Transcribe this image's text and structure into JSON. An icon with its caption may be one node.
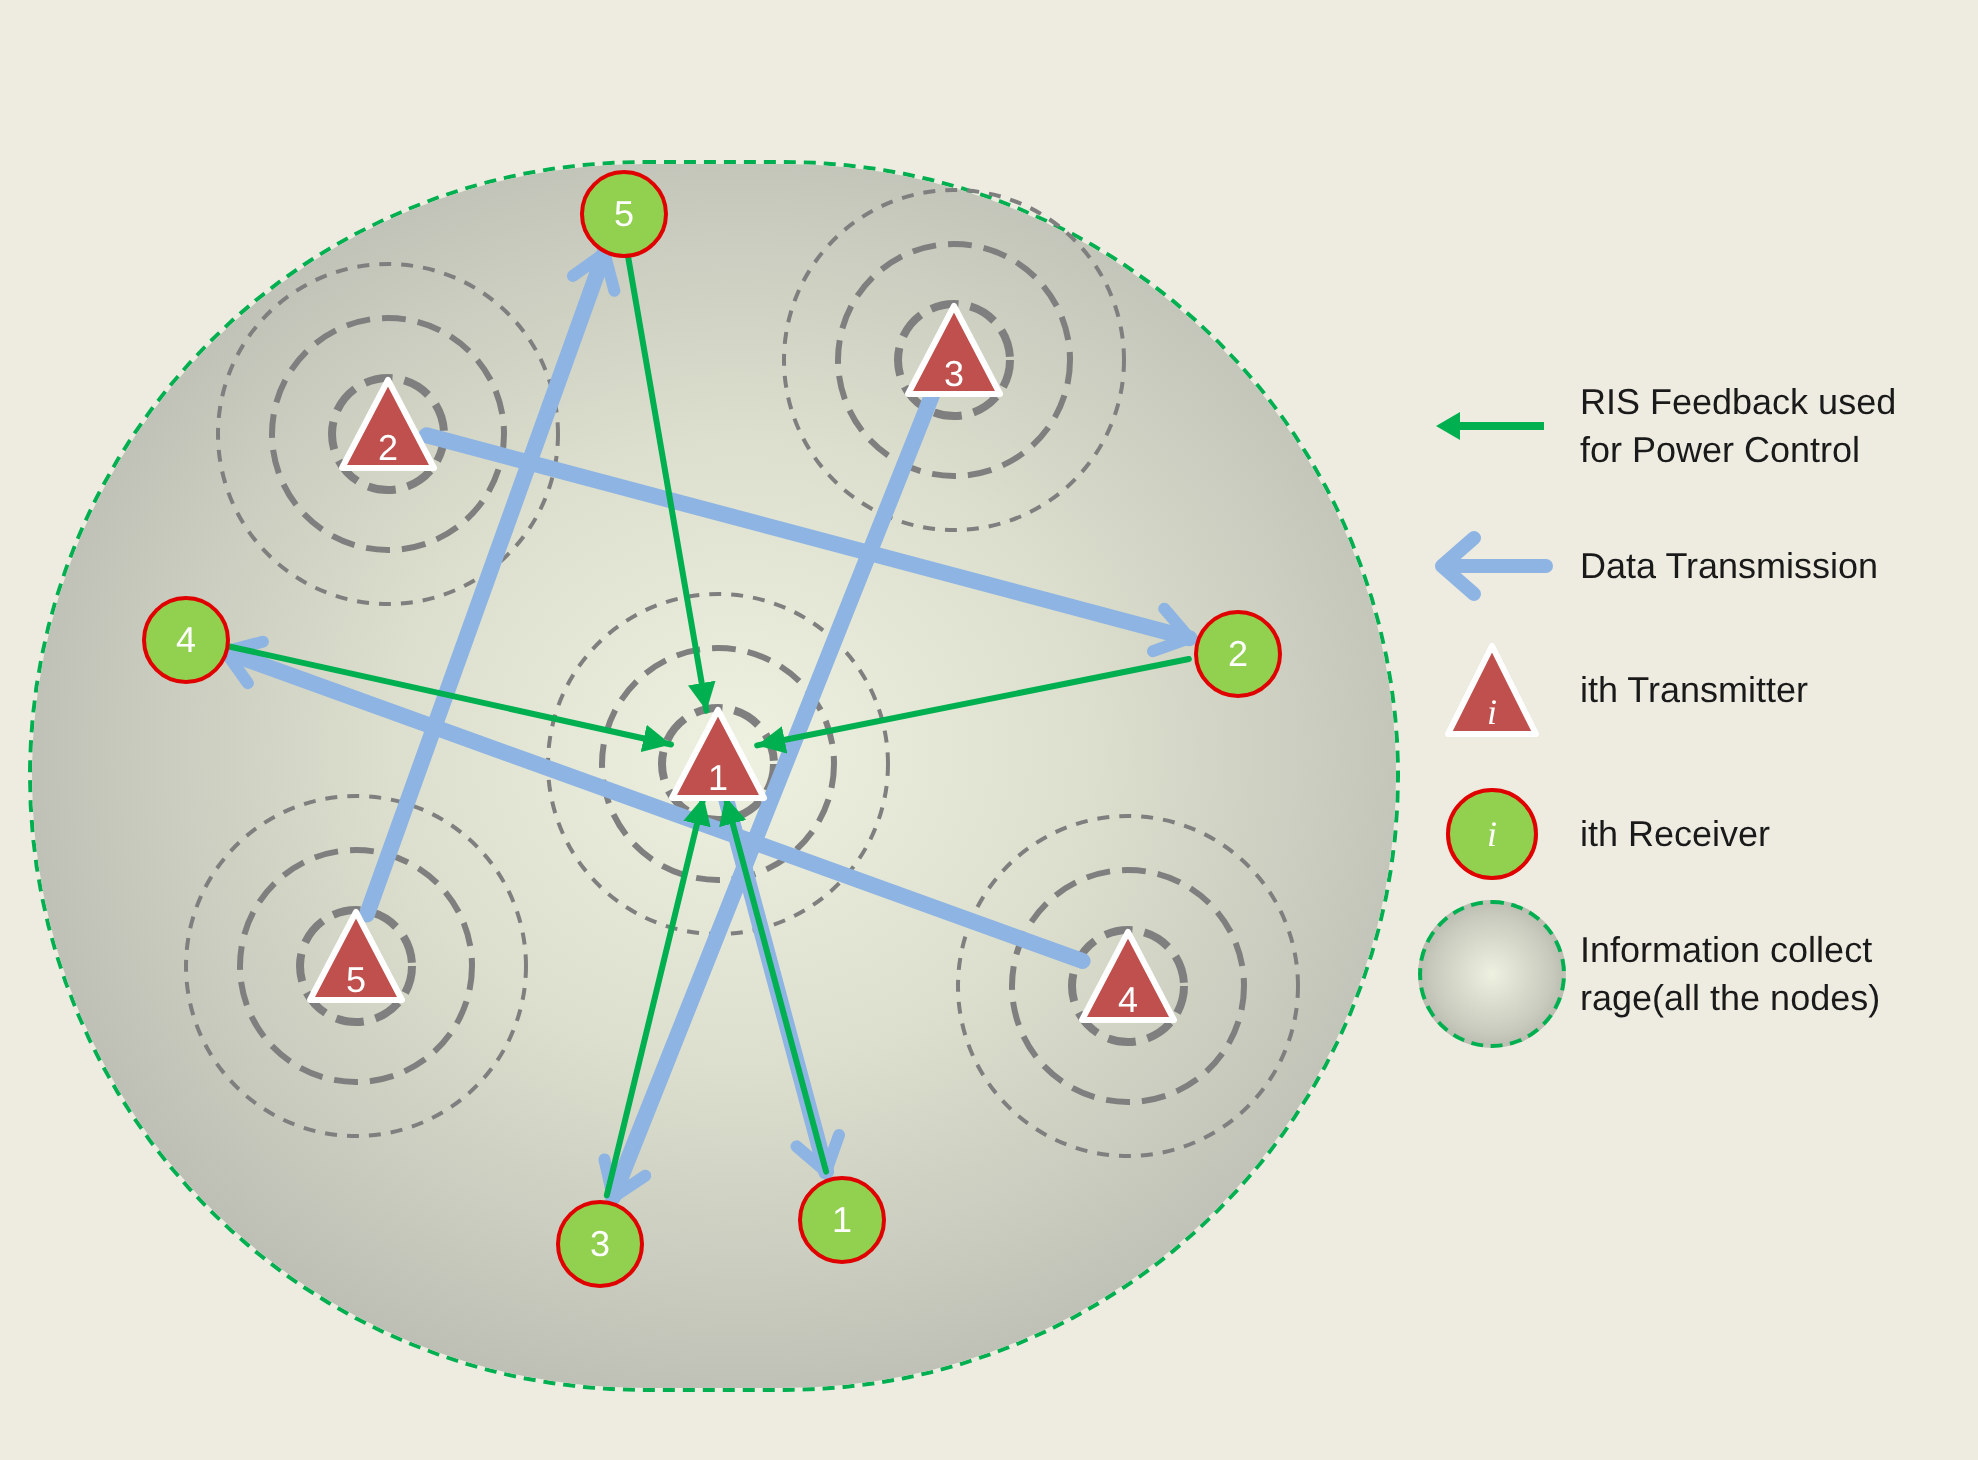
{
  "diagram": {
    "nodes": [
      {
        "text": [],
        "shape": "circle"
      },
      {
        "text": [
          "5"
        ],
        "in": 0
      },
      {
        "text": [
          "2"
        ],
        "in": 0
      },
      {
        "text": [
          "3"
        ],
        "in": 0
      },
      {
        "text": [
          "4"
        ],
        "in": 0
      },
      {
        "text": [
          "2"
        ],
        "in": 0
      },
      {
        "text": [
          "1"
        ],
        "in": 0
      },
      {
        "text": [
          "5"
        ],
        "in": 0
      },
      {
        "text": [
          "4"
        ],
        "in": 0
      },
      {
        "text": [
          "1"
        ],
        "in": 0
      },
      {
        "text": [
          "3"
        ],
        "in": 0
      },
      {
        "text": [
          "i"
        ]
      },
      {
        "text": [
          "i"
        ]
      }
    ],
    "edges": [
      {
        "from": 6,
        "to": 9,
        "arrow": "to",
        "style": "thick",
        "color": "#8eb4e3"
      },
      {
        "from": 2,
        "to": 5,
        "arrow": "to",
        "style": "thick",
        "color": "#8eb4e3"
      },
      {
        "from": 3,
        "to": 10,
        "arrow": "to",
        "style": "thick",
        "color": "#8eb4e3"
      },
      {
        "from": 8,
        "to": 4,
        "arrow": "to",
        "style": "thick",
        "color": "#8eb4e3"
      },
      {
        "from": 7,
        "to": 1,
        "arrow": "to",
        "style": "thick",
        "color": "#8eb4e3"
      },
      {
        "from": 1,
        "to": 6,
        "arrow": "to",
        "color": "#00b050"
      },
      {
        "from": 4,
        "to": 6,
        "arrow": "to",
        "color": "#00b050"
      },
      {
        "from": 5,
        "to": 6,
        "arrow": "to",
        "color": "#00b050"
      },
      {
        "from": 10,
        "to": 6,
        "arrow": "to",
        "color": "#00b050"
      },
      {
        "from": 9,
        "to": 6,
        "arrow": "to",
        "color": "#00b050"
      }
    ],
    "legend": [
      {
        "text": "RIS Feedback used for Power Control"
      },
      {
        "text": "Data Transmission"
      },
      {
        "text": "ith Transmitter"
      },
      {
        "text": "ith Receiver"
      },
      {
        "text": "Information collect rage(all the nodes)"
      }
    ]
  }
}
